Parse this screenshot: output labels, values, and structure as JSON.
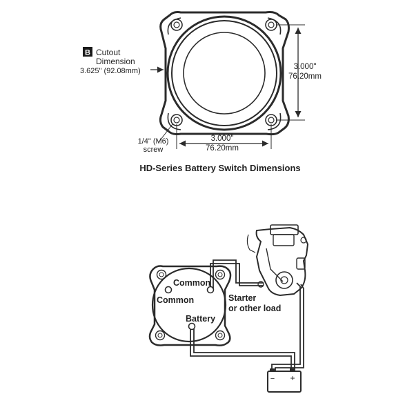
{
  "dimensions_figure": {
    "badge_letter": "B",
    "cutout_line1": "Cutout",
    "cutout_line2": "Dimension",
    "cutout_value": "3.625\" (92.08mm)",
    "vertical_in": "3.000\"",
    "vertical_mm": "76.20mm",
    "horizontal_in": "3.000\"",
    "horizontal_mm": "76.20mm",
    "screw_line1": "1/4\" (M6)",
    "screw_line2": "screw",
    "caption": "HD-Series Battery Switch Dimensions"
  },
  "wiring_figure": {
    "common_upper": "Common",
    "common_lower": "Common",
    "starter_line1": "Starter",
    "starter_line2": "or other load",
    "battery_terminal": "Battery",
    "battery_minus": "−",
    "battery_plus": "+"
  }
}
